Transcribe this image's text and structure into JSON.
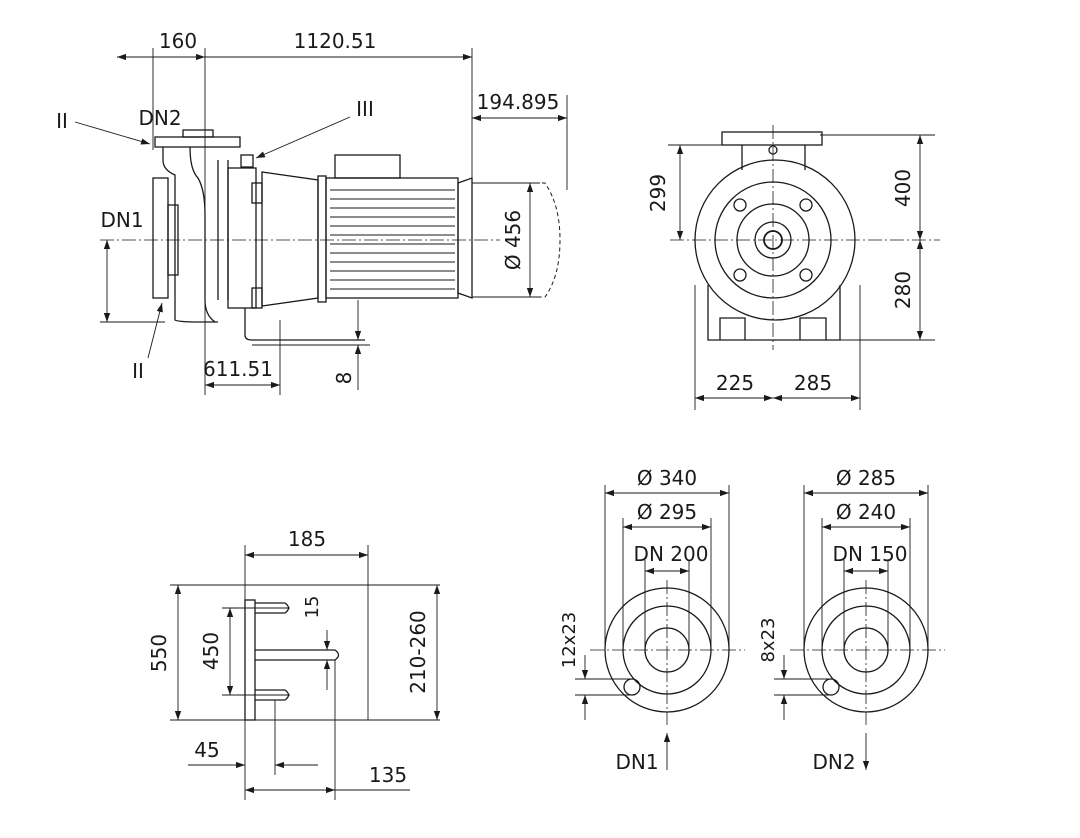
{
  "side_view": {
    "dim_inlet_offset": "160",
    "dim_length": "1120.51",
    "dim_motor_extra": "194.895",
    "dim_motor_dia": "Ø 456",
    "dim_bottom": "611.51",
    "dim_foot_thickness": "8",
    "label_dn2": "DN2",
    "label_dn1": "DN1",
    "label_detail_ii_top": "II",
    "label_detail_ii_bottom": "II",
    "label_detail_iii": "III"
  },
  "front_view": {
    "dim_top_left": "299",
    "dim_top_right": "400",
    "dim_bottom_right": "280",
    "dim_width_left": "225",
    "dim_width_right": "285"
  },
  "foot_view": {
    "dim_width": "185",
    "dim_height": "550",
    "dim_hole_pitch": "450",
    "dim_slot": "15",
    "dim_range": "210-260",
    "dim_left_offset": "45",
    "dim_right_offset": "135"
  },
  "flange_dn1": {
    "dim_outer": "Ø 340",
    "dim_bolt_circle": "Ø 295",
    "dim_nominal": "DN 200",
    "dim_holes": "12x23",
    "label": "DN1"
  },
  "flange_dn2": {
    "dim_outer": "Ø 285",
    "dim_bolt_circle": "Ø 240",
    "dim_nominal": "DN 150",
    "dim_holes": "8x23",
    "label": "DN2"
  }
}
